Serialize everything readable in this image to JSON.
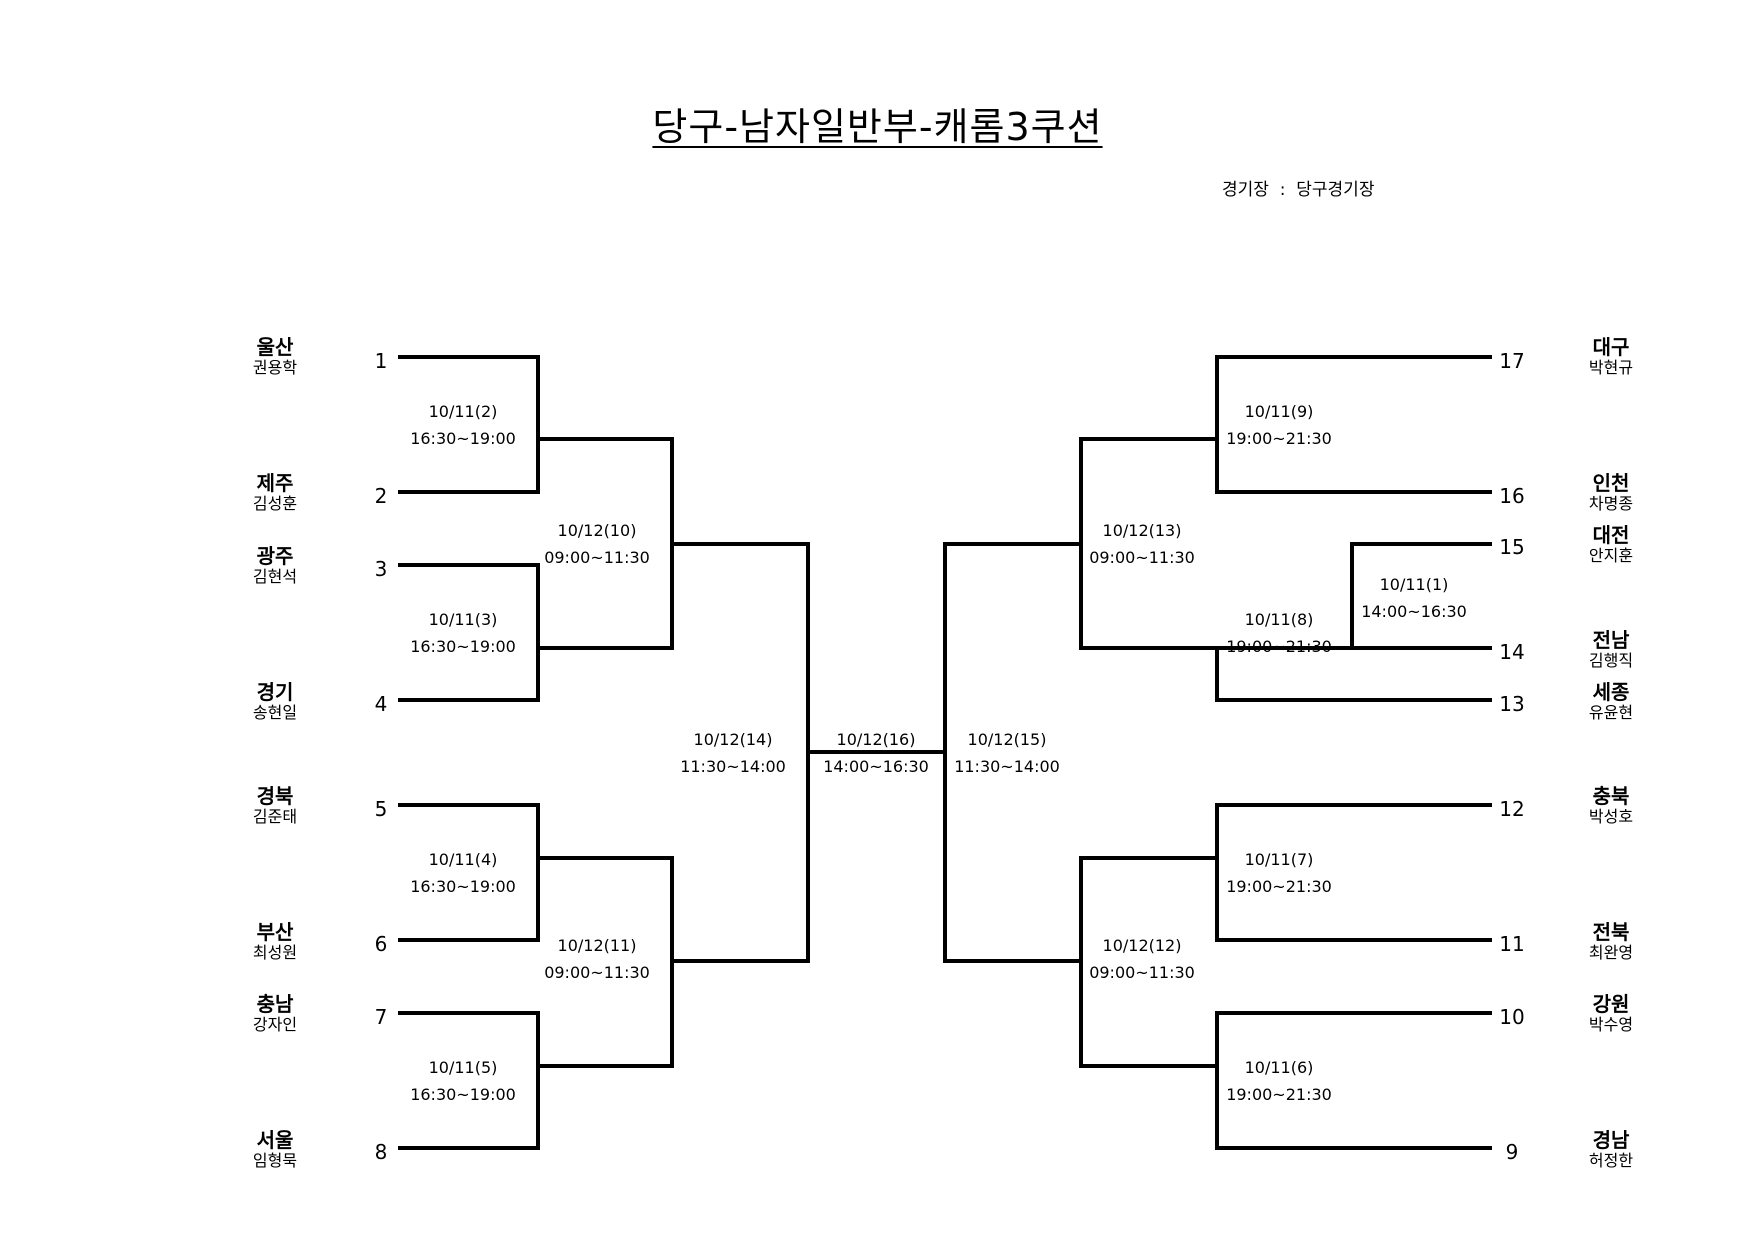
{
  "title": "당구-남자일반부-캐롬3쿠션",
  "venue": "경기장  :  당구경기장",
  "left_teams": [
    {
      "seed": "1",
      "region": "울산",
      "player": "권용학"
    },
    {
      "seed": "2",
      "region": "제주",
      "player": "김성훈"
    },
    {
      "seed": "3",
      "region": "광주",
      "player": "김현석"
    },
    {
      "seed": "4",
      "region": "경기",
      "player": "송현일"
    },
    {
      "seed": "5",
      "region": "경북",
      "player": "김준태"
    },
    {
      "seed": "6",
      "region": "부산",
      "player": "최성원"
    },
    {
      "seed": "7",
      "region": "충남",
      "player": "강자인"
    },
    {
      "seed": "8",
      "region": "서울",
      "player": "임형묵"
    }
  ],
  "right_teams": [
    {
      "seed": "17",
      "region": "대구",
      "player": "박현규"
    },
    {
      "seed": "16",
      "region": "인천",
      "player": "차명종"
    },
    {
      "seed": "15",
      "region": "대전",
      "player": "안지훈"
    },
    {
      "seed": "14",
      "region": "전남",
      "player": "김행직"
    },
    {
      "seed": "13",
      "region": "세종",
      "player": "유윤현"
    },
    {
      "seed": "12",
      "region": "충북",
      "player": "박성호"
    },
    {
      "seed": "11",
      "region": "전북",
      "player": "최완영"
    },
    {
      "seed": "10",
      "region": "강원",
      "player": "박수영"
    },
    {
      "seed": "9",
      "region": "경남",
      "player": "허정한"
    }
  ],
  "matches": {
    "m1": {
      "date": "10/11(1)",
      "time": "14:00~16:30"
    },
    "m2": {
      "date": "10/11(2)",
      "time": "16:30~19:00"
    },
    "m3": {
      "date": "10/11(3)",
      "time": "16:30~19:00"
    },
    "m4": {
      "date": "10/11(4)",
      "time": "16:30~19:00"
    },
    "m5": {
      "date": "10/11(5)",
      "time": "16:30~19:00"
    },
    "m6": {
      "date": "10/11(6)",
      "time": "19:00~21:30"
    },
    "m7": {
      "date": "10/11(7)",
      "time": "19:00~21:30"
    },
    "m8": {
      "date": "10/11(8)",
      "time": "19:00~21:30"
    },
    "m9": {
      "date": "10/11(9)",
      "time": "19:00~21:30"
    },
    "m10": {
      "date": "10/12(10)",
      "time": "09:00~11:30"
    },
    "m11": {
      "date": "10/12(11)",
      "time": "09:00~11:30"
    },
    "m12": {
      "date": "10/12(12)",
      "time": "09:00~11:30"
    },
    "m13": {
      "date": "10/12(13)",
      "time": "09:00~11:30"
    },
    "m14": {
      "date": "10/12(14)",
      "time": "11:30~14:00"
    },
    "m15": {
      "date": "10/12(15)",
      "time": "11:30~14:00"
    },
    "m16": {
      "date": "10/12(16)",
      "time": "14:00~16:30"
    }
  }
}
